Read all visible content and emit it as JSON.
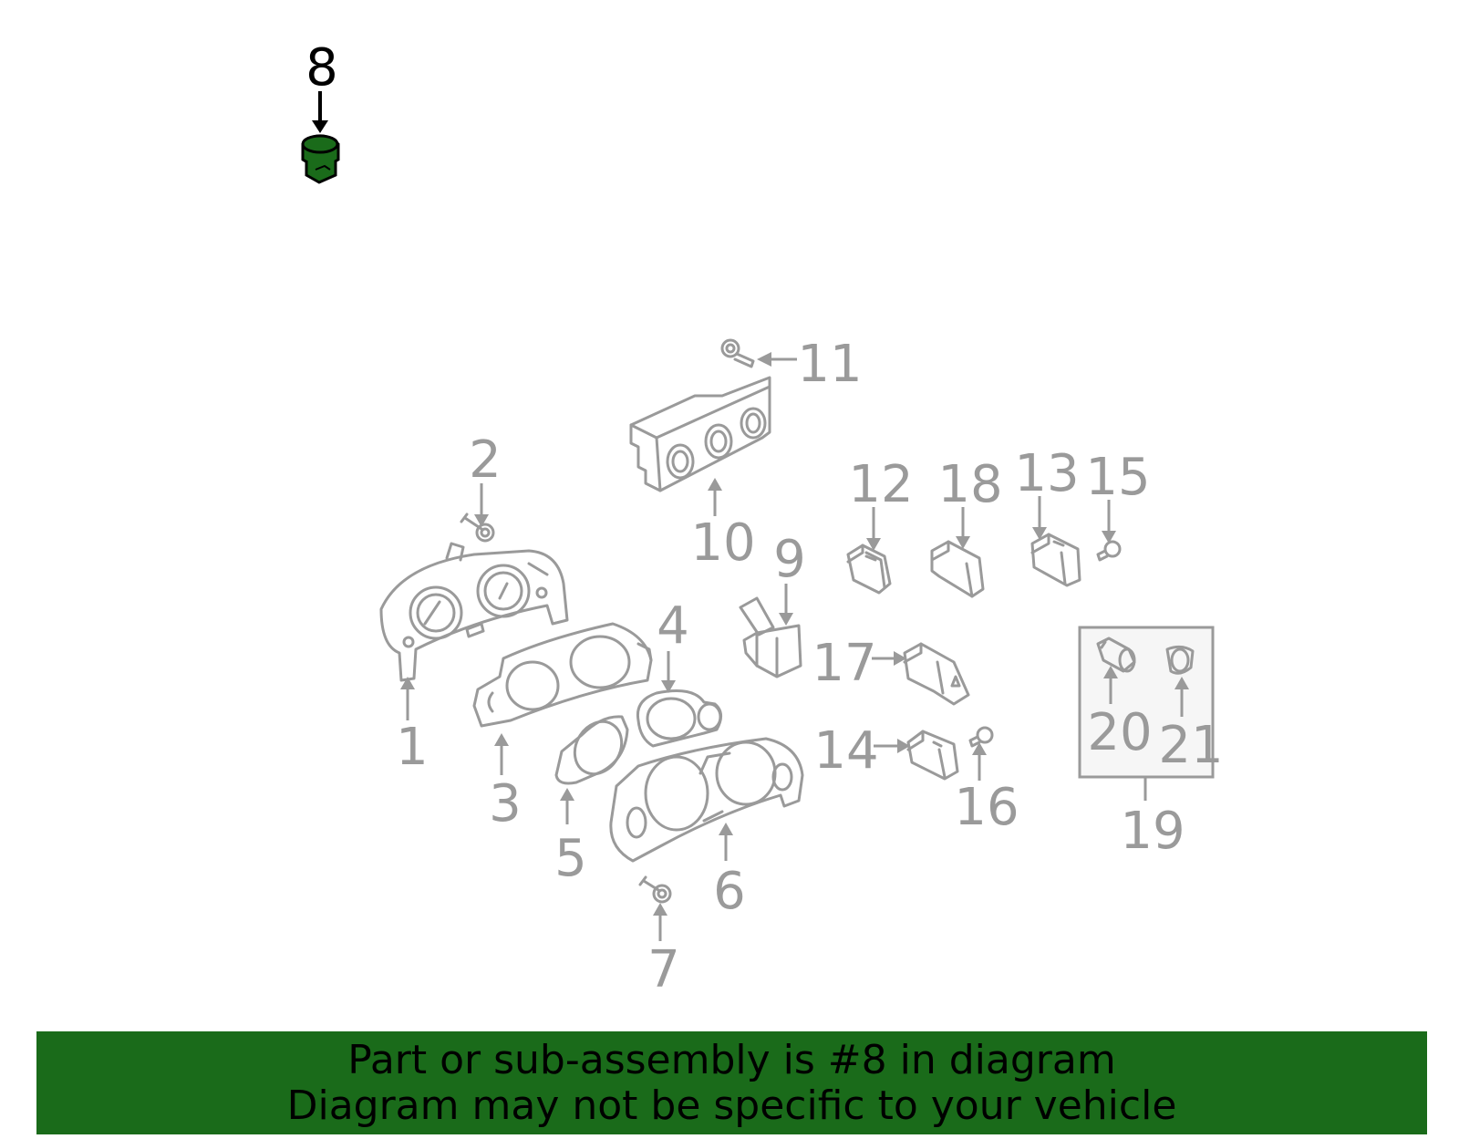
{
  "highlight": {
    "number": "8",
    "color": "#1a6b1a"
  },
  "callouts": {
    "c1": "1",
    "c2": "2",
    "c3": "3",
    "c4": "4",
    "c5": "5",
    "c6": "6",
    "c7": "7",
    "c9": "9",
    "c10": "10",
    "c11": "11",
    "c12": "12",
    "c13": "13",
    "c14": "14",
    "c15": "15",
    "c16": "16",
    "c17": "17",
    "c18": "18",
    "c19": "19",
    "c20": "20",
    "c21": "21"
  },
  "banner": {
    "line1": "Part or sub-assembly is #8 in diagram",
    "line2": "Diagram may not be specific to your vehicle",
    "background": "#1a6b1a"
  }
}
